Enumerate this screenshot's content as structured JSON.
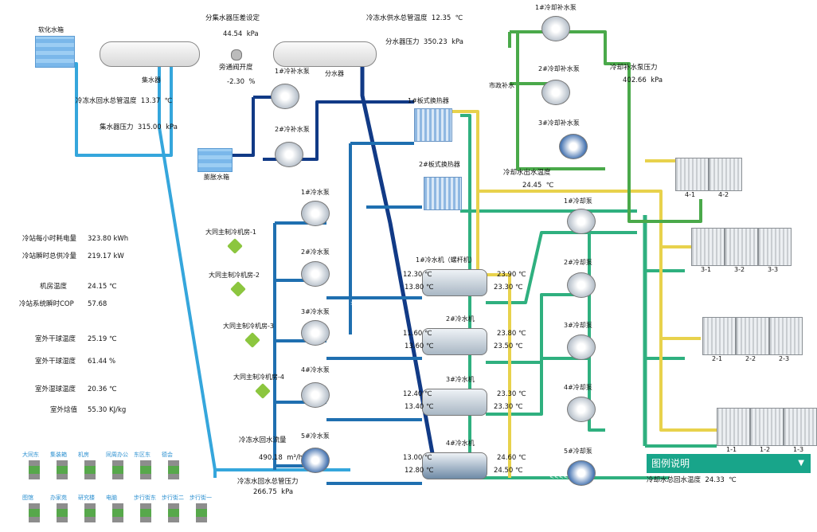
{
  "colors": {
    "chw_supply": "#1f6fb0",
    "chw_return": "#35a6dc",
    "header": "#113a86",
    "cw_green": "#2fb07f",
    "cw_yellow": "#e8d24c",
    "tower_green": "#4aa94a",
    "accent": "#18a58a"
  },
  "tanks": {
    "water_collector": "集水器",
    "water_distributor": "分水器",
    "softened_tank": "软化水箱",
    "expansion_tank": "膨胀水箱"
  },
  "top": {
    "diff_pressure_label": "分集水器压差设定",
    "diff_pressure_value": "44.54",
    "diff_pressure_unit": "kPa",
    "bypass_label": "旁通阀开度",
    "bypass_value": "-2.30",
    "bypass_unit": "%",
    "supply_temp_label": "冷冻水供水总管温度",
    "supply_temp_value": "12.35",
    "supply_temp_unit": "℃",
    "distributor_pressure_label": "分水器压力",
    "distributor_pressure_value": "350.23",
    "distributor_pressure_unit": "kPa",
    "return_temp_label": "冷冻水回水总管温度",
    "return_temp_value": "13.37",
    "return_temp_unit": "℃",
    "collector_pressure_label": "集水器压力",
    "collector_pressure_value": "315.00",
    "collector_pressure_unit": "kPa"
  },
  "makeup_pumps": [
    "1#冷补水泵",
    "2#冷补水泵"
  ],
  "cooling_makeup_pumps": [
    "1#冷却补水泵",
    "2#冷却补水泵",
    "3#冷却补水泵"
  ],
  "municipal_water": "市政补水",
  "cooling_makeup_pressure": {
    "label": "冷却补水泵压力",
    "value": "402.66",
    "unit": "kPa"
  },
  "heat_exchangers": [
    "1#板式换热器",
    "2#板式换热器"
  ],
  "cooling_out_temp": {
    "label": "冷却水出水温度",
    "value": "24.45",
    "unit": "℃"
  },
  "cooling_return_temp": {
    "label": "冷却水总回水温度",
    "value": "24.33",
    "unit": "℃"
  },
  "chw_pumps": [
    "1#冷水泵",
    "2#冷水泵",
    "3#冷水泵",
    "4#冷水泵",
    "5#冷水泵"
  ],
  "cw_pumps": [
    "1#冷却泵",
    "2#冷却泵",
    "3#冷却泵",
    "4#冷却泵",
    "5#冷却泵"
  ],
  "terminals": [
    "大同主制冷机房-1",
    "大同主制冷机房-2",
    "大同主制冷机房-3",
    "大同主制冷机房-4"
  ],
  "chillers": [
    {
      "name": "1#冷水机（螺杆机）",
      "evap_out": "12.30",
      "evap_in": "13.80",
      "cond_out": "23.90",
      "cond_in": "23.30"
    },
    {
      "name": "2#冷水机",
      "evap_out": "11.60",
      "evap_in": "13.60",
      "cond_out": "23.80",
      "cond_in": "23.50"
    },
    {
      "name": "3#冷水机",
      "evap_out": "12.40",
      "evap_in": "13.40",
      "cond_out": "23.30",
      "cond_in": "23.30"
    },
    {
      "name": "4#冷水机",
      "evap_out": "13.00",
      "evap_in": "12.80",
      "cond_out": "24.60",
      "cond_in": "24.50"
    }
  ],
  "temp_unit": "℃",
  "stats": [
    {
      "label": "冷站每小时耗电量",
      "value": "323.80",
      "unit": "kWh"
    },
    {
      "label": "冷站瞬时总供冷量",
      "value": "219.17",
      "unit": "kW"
    },
    {
      "label": "机房温度",
      "value": "24.15",
      "unit": "℃"
    },
    {
      "label": "冷站系统瞬时COP",
      "value": "57.68",
      "unit": ""
    },
    {
      "label": "室外干球温度",
      "value": "25.19",
      "unit": "℃"
    },
    {
      "label": "室外干球湿度",
      "value": "61.44",
      "unit": "%"
    },
    {
      "label": "室外湿球温度",
      "value": "20.36",
      "unit": "℃"
    },
    {
      "label": "室外焓值",
      "value": "55.30",
      "unit": "KJ/kg"
    }
  ],
  "flow": {
    "label": "冷冻水回水流量",
    "value": "490.18",
    "unit": "m³/h"
  },
  "return_pressure": {
    "label": "冷冻水回水总管压力",
    "value": "266.75",
    "unit": "kPa"
  },
  "cooling_towers": [
    {
      "labels": [
        "4-1",
        "4-2"
      ]
    },
    {
      "labels": [
        "3-1",
        "3-2",
        "3-3"
      ]
    },
    {
      "labels": [
        "2-1",
        "2-2",
        "2-3"
      ]
    },
    {
      "labels": [
        "1-1",
        "1-2",
        "1-3"
      ]
    }
  ],
  "legend": {
    "title": "图例说明",
    "caret": "▼"
  },
  "valves_row1": [
    "大同东",
    "集装箱",
    "机房",
    "同周办公",
    "东区东",
    "德会"
  ],
  "valves_row2": [
    "图馆",
    "办家苑",
    "研究楼",
    "电脑",
    "步行街东",
    "步行街二",
    "步行街一"
  ]
}
